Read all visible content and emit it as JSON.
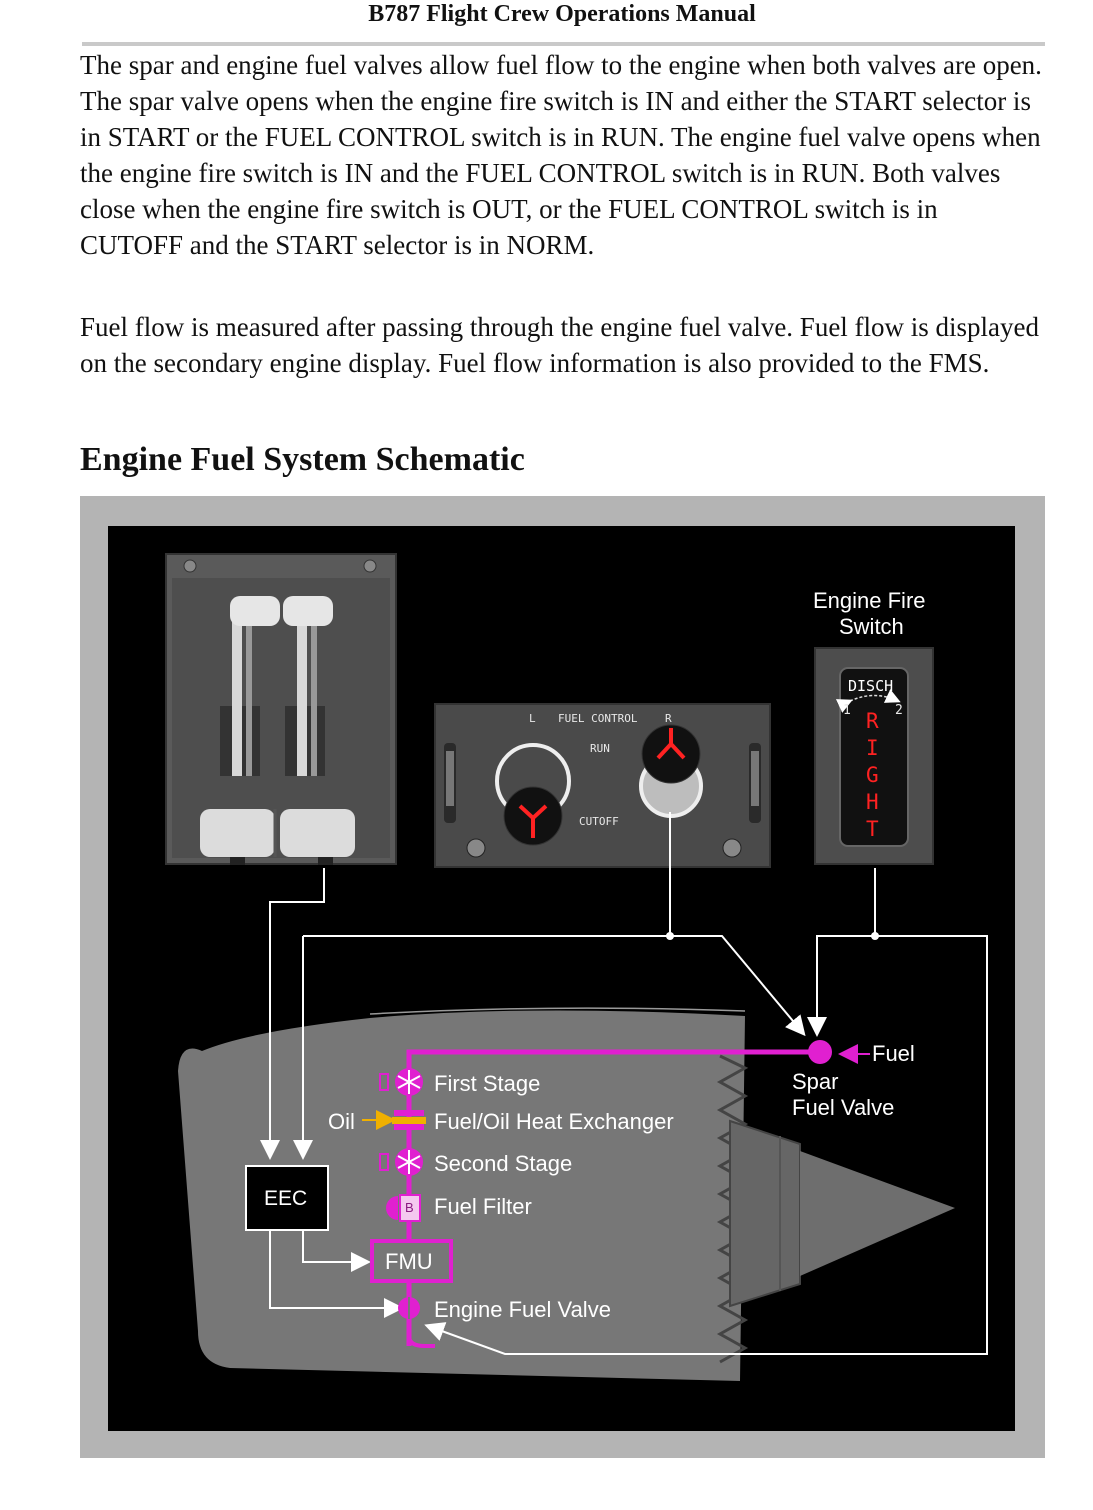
{
  "header": {
    "title": "B787 Flight Crew Operations Manual"
  },
  "body": {
    "para1": "The spar and engine fuel valves allow fuel flow to the engine when both valves are open. The spar valve opens when the engine fire switch is IN and either the START selector is in START or the FUEL CONTROL switch is in RUN. The engine fuel valve opens when the engine fire switch is IN and the FUEL CONTROL switch is in RUN. Both valves close when the engine fire switch is OUT, or the FUEL CONTROL switch is in CUTOFF and the START selector is in NORM.",
    "para2": "Fuel flow is measured after passing through the engine fuel valve. Fuel flow is displayed on the secondary engine display. Fuel flow information is also provided to the FMS."
  },
  "section": {
    "title": "Engine Fuel System Schematic"
  },
  "schematic": {
    "fire_switch_label_1": "Engine Fire",
    "fire_switch_label_2": "Switch",
    "disch": "DISCH",
    "disch_1": "1",
    "disch_2": "2",
    "right_letters": [
      "R",
      "I",
      "G",
      "H",
      "T"
    ],
    "fuel_control": "FUEL CONTROL",
    "fc_left": "L",
    "fc_right": "R",
    "run": "RUN",
    "cutoff": "CUTOFF",
    "fuel": "Fuel",
    "spar_1": "Spar",
    "spar_2": "Fuel Valve",
    "first_stage": "First Stage",
    "heat_exchanger": "Fuel/Oil Heat Exchanger",
    "oil": "Oil",
    "second_stage": "Second Stage",
    "fuel_filter": "Fuel Filter",
    "filter_badge": "B",
    "eec": "EEC",
    "fmu": "FMU",
    "engine_fuel_valve": "Engine Fuel Valve"
  },
  "colors": {
    "fuel_line": "#e020d0",
    "oil_line": "#f0b000",
    "background": "#000000",
    "frame": "#b4b4b4"
  }
}
